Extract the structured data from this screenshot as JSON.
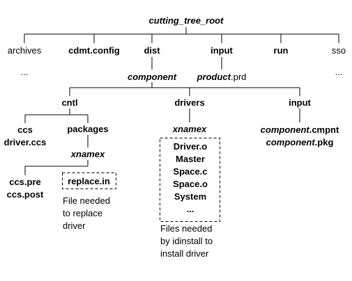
{
  "root": "cutting_tree_root",
  "top_level": {
    "archives": "archives",
    "cdmt_config": "cdmt.config",
    "dist": "dist",
    "input": "input",
    "run": "run",
    "sso": "sso",
    "archives_more": "...",
    "sso_more": "..."
  },
  "dist_child": "component",
  "input_child": {
    "name": "product",
    "ext": ".prd"
  },
  "component_children": {
    "cntl": "cntl",
    "drivers": "drivers",
    "input": "input"
  },
  "cntl_children": {
    "ccs_stack": [
      "ccs",
      "driver.ccs"
    ],
    "packages": "packages"
  },
  "packages_child": "xnamex",
  "xnamex_left_children": [
    "ccs.pre",
    "ccs.post"
  ],
  "replace_file": "replace.in",
  "replace_note": [
    "File needed",
    "to replace",
    "driver"
  ],
  "drivers_child": "xnamex",
  "drivers_files": [
    "Driver.o",
    "Master",
    "Space.c",
    "Space.o",
    "System",
    "..."
  ],
  "drivers_note": [
    "Files needed",
    "by idinstall to",
    "install driver"
  ],
  "component_input_files": [
    {
      "name": "component",
      "ext": ".cmpnt"
    },
    {
      "name": "component",
      "ext": ".pkg"
    }
  ]
}
